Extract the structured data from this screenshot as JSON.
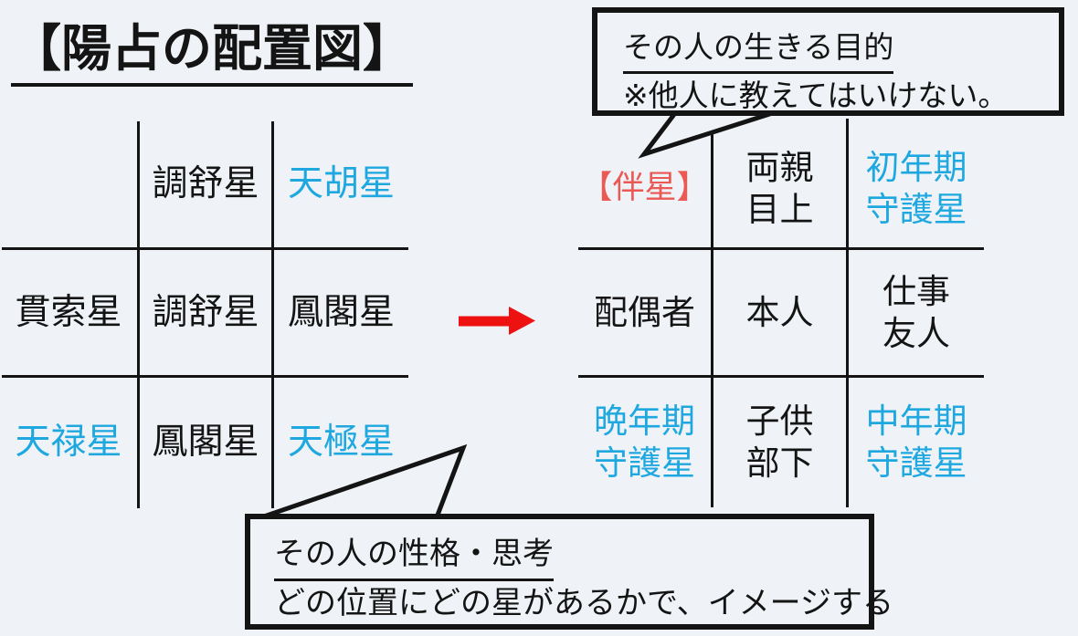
{
  "title": "【陽占の配置図】",
  "colors": {
    "background": "#eff3f7",
    "line_black": "#141414",
    "star_blue": "#1fa8e0",
    "hansei_red": "#ea5954",
    "arrow_red": "#ee1111"
  },
  "left_grid": {
    "cells": [
      {
        "text": "",
        "color": "black"
      },
      {
        "text": "調舒星",
        "color": "black"
      },
      {
        "text": "天胡星",
        "color": "blue"
      },
      {
        "text": "貫索星",
        "color": "black"
      },
      {
        "text": "調舒星",
        "color": "black"
      },
      {
        "text": "鳳閣星",
        "color": "black"
      },
      {
        "text": "天禄星",
        "color": "blue"
      },
      {
        "text": "鳳閣星",
        "color": "black"
      },
      {
        "text": "天極星",
        "color": "blue"
      }
    ]
  },
  "right_grid": {
    "cells": [
      {
        "text": "【伴星】",
        "color": "red"
      },
      {
        "text": "両親\n目上",
        "color": "black"
      },
      {
        "text": "初年期\n守護星",
        "color": "blue"
      },
      {
        "text": "配偶者",
        "color": "black"
      },
      {
        "text": "本人",
        "color": "black"
      },
      {
        "text": "仕事\n友人",
        "color": "black"
      },
      {
        "text": "晩年期\n守護星",
        "color": "blue"
      },
      {
        "text": "子供\n部下",
        "color": "black"
      },
      {
        "text": "中年期\n守護星",
        "color": "blue"
      }
    ]
  },
  "top_callout": {
    "line1": "その人の生きる目的",
    "line2": "※他人に教えてはいけない。"
  },
  "bottom_callout": {
    "line1": "その人の性格・思考",
    "line2": "どの位置にどの星があるかで、イメージする"
  },
  "arrow": {
    "icon": "right-arrow",
    "color": "#ee1111"
  }
}
